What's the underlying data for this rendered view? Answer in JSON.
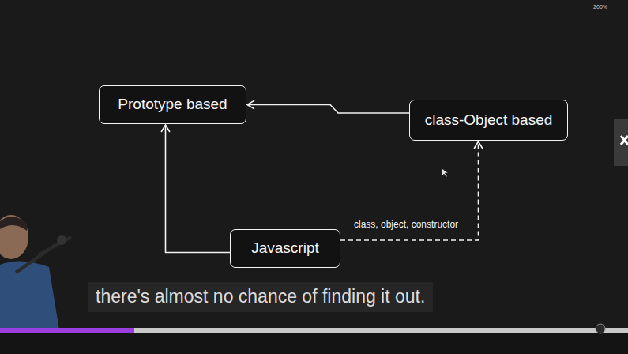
{
  "diagram": {
    "nodes": [
      {
        "text": [
          "Prototype based"
        ]
      },
      {
        "text": [
          "class-Object based"
        ]
      },
      {
        "text": [
          "Javascript"
        ]
      }
    ],
    "edges": [
      {
        "from": 1,
        "to": 0,
        "arrow": "to"
      },
      {
        "from": 2,
        "to": 0,
        "arrow": "to"
      },
      {
        "from": 2,
        "to": 1,
        "label": "class, object, constructor",
        "arrow": "to"
      }
    ],
    "labels": [
      "200%",
      "there's almost no chance of finding it out."
    ]
  }
}
